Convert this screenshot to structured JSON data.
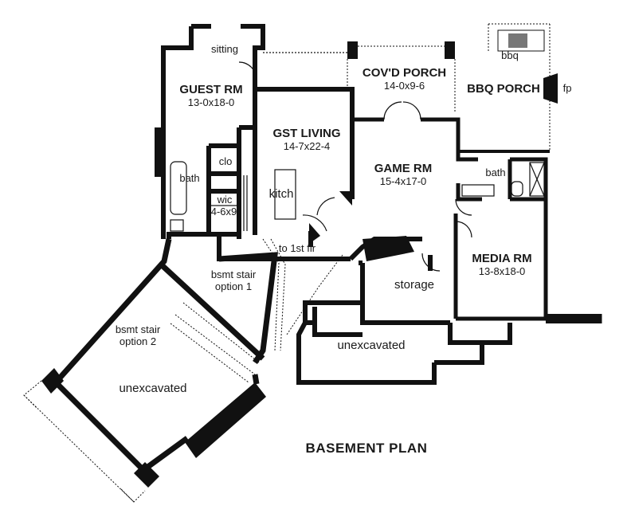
{
  "title": "BASEMENT PLAN",
  "rooms": {
    "guest_rm": {
      "name": "GUEST RM",
      "dim": "13-0x18-0"
    },
    "sitting": "sitting",
    "gst_living": {
      "name": "GST LIVING",
      "dim": "14-7x22-4"
    },
    "covd_porch": {
      "name": "COV'D PORCH",
      "dim": "14-0x9-6"
    },
    "bbq_porch": "BBQ PORCH",
    "bbq": "bbq",
    "fp": "fp",
    "clo": "clo",
    "bath_left": "bath",
    "wic": {
      "name": "wic",
      "dim": "4-6x9"
    },
    "kitch": "kitch",
    "game_rm": {
      "name": "GAME RM",
      "dim": "15-4x17-0"
    },
    "bath_right": "bath",
    "to_1st_flr": "to 1st flr",
    "bsmt_stair_1": {
      "line1": "bsmt stair",
      "line2": "option 1"
    },
    "bsmt_stair_2": {
      "line1": "bsmt stair",
      "line2": "option 2"
    },
    "storage": "storage",
    "media_rm": {
      "name": "MEDIA RM",
      "dim": "13-8x18-0"
    },
    "unexcavated_right": "unexcavated",
    "unexcavated_left": "unexcavated"
  }
}
